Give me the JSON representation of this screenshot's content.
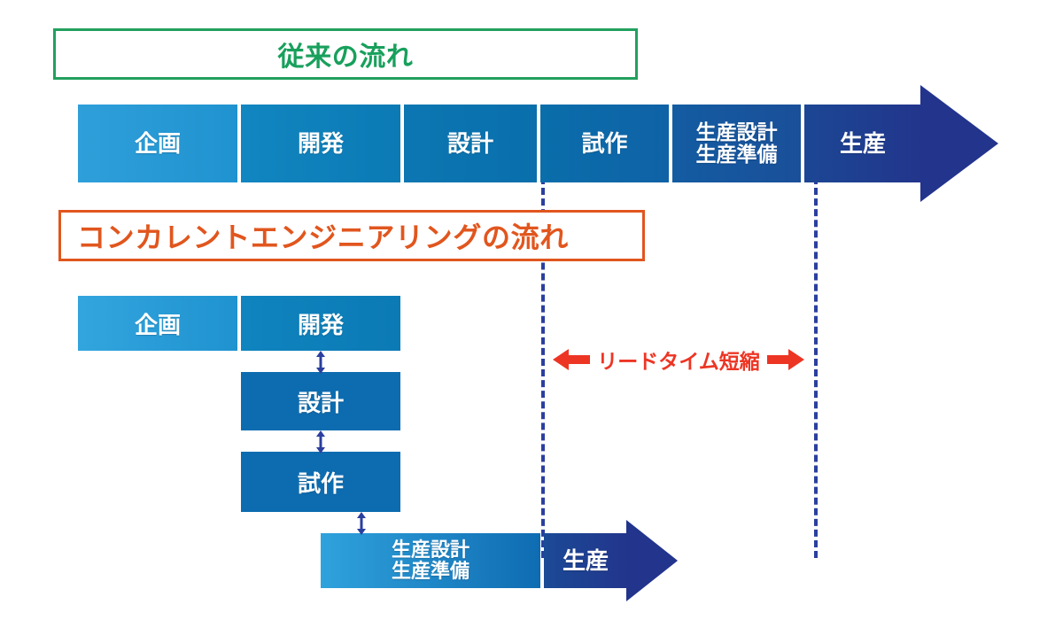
{
  "diagram": {
    "title_traditional": "従来の流れ",
    "title_concurrent": "コンカレントエンジニアリングの流れ",
    "lead_time_label": "リードタイム短縮",
    "colors": {
      "green_border": "#22a05e",
      "green_text": "#18a05c",
      "orange_border": "#e1561e",
      "orange_text": "#e1561e",
      "red_annotation": "#ed3524",
      "guide_line": "#2b3f9e",
      "blue_light": "#2e9fd8",
      "blue_mid": "#0b7ab5",
      "blue_dark": "#1b4f9c",
      "navy": "#23348c"
    }
  },
  "traditional_flow": {
    "segments": [
      {
        "label": "企画",
        "label2": ""
      },
      {
        "label": "開発",
        "label2": ""
      },
      {
        "label": "設計",
        "label2": ""
      },
      {
        "label": "試作",
        "label2": ""
      },
      {
        "label": "生産設計",
        "label2": "生産準備"
      },
      {
        "label": "生産",
        "label2": ""
      }
    ]
  },
  "concurrent_flow": {
    "blocks": [
      {
        "label": "企画"
      },
      {
        "label": "開発"
      },
      {
        "label": "設計"
      },
      {
        "label": "試作"
      }
    ],
    "final_segments": [
      {
        "label": "生産設計",
        "label2": "生産準備"
      },
      {
        "label": "生産",
        "label2": ""
      }
    ]
  }
}
